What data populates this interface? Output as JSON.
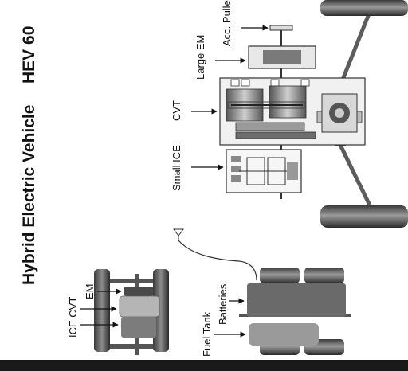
{
  "title": "Hybrid Electric Vehicle",
  "model": "HEV 60",
  "labels": {
    "acc_pulley": "Acc. Pulley",
    "large_em": "Large EM",
    "cvt": "CVT",
    "small_ice": "Small ICE",
    "ice_cvt": "ICE CVT",
    "em": "EM",
    "batteries": "Batteries",
    "fuel_tank": "Fuel Tank"
  }
}
